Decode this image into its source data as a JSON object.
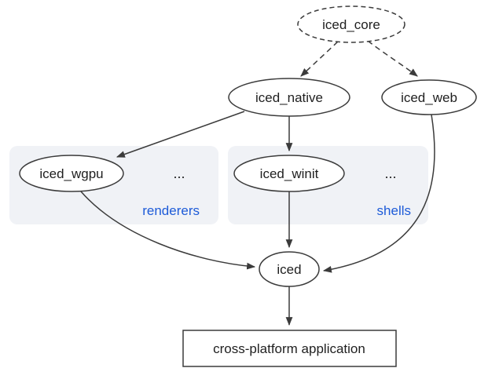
{
  "colors": {
    "background": "#ffffff",
    "cluster_bg": "#f0f2f6",
    "cluster_label": "#1d5bd8",
    "node_stroke": "#3b3b3b",
    "edge": "#3b3b3b",
    "text": "#1f1f1f"
  },
  "nodes": {
    "iced_core": {
      "label": "iced_core",
      "shape": "ellipse",
      "border": "dashed"
    },
    "iced_native": {
      "label": "iced_native",
      "shape": "ellipse",
      "border": "solid"
    },
    "iced_web": {
      "label": "iced_web",
      "shape": "ellipse",
      "border": "solid"
    },
    "iced_wgpu": {
      "label": "iced_wgpu",
      "shape": "ellipse",
      "border": "solid"
    },
    "iced_winit": {
      "label": "iced_winit",
      "shape": "ellipse",
      "border": "solid"
    },
    "iced": {
      "label": "iced",
      "shape": "ellipse",
      "border": "solid"
    },
    "application": {
      "label": "cross-platform application",
      "shape": "rectangle",
      "border": "solid"
    }
  },
  "clusters": {
    "renderers": {
      "label": "renderers",
      "ellipsis": "...",
      "contains": [
        "iced_wgpu"
      ]
    },
    "shells": {
      "label": "shells",
      "ellipsis": "...",
      "contains": [
        "iced_winit"
      ]
    }
  },
  "edges": [
    {
      "from": "iced_core",
      "to": "iced_native",
      "style": "dashed"
    },
    {
      "from": "iced_core",
      "to": "iced_web",
      "style": "dashed"
    },
    {
      "from": "iced_native",
      "to": "iced_wgpu",
      "style": "solid"
    },
    {
      "from": "iced_native",
      "to": "iced_winit",
      "style": "solid"
    },
    {
      "from": "iced_wgpu",
      "to": "iced",
      "style": "solid"
    },
    {
      "from": "iced_winit",
      "to": "iced",
      "style": "solid"
    },
    {
      "from": "iced_web",
      "to": "iced",
      "style": "solid"
    },
    {
      "from": "iced",
      "to": "application",
      "style": "solid"
    }
  ]
}
